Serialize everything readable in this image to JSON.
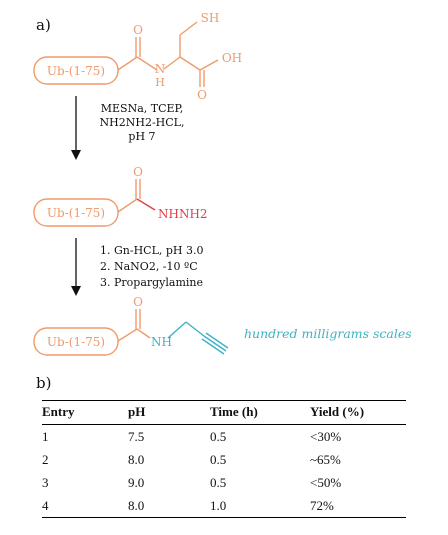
{
  "panel_a_label": "a)",
  "panel_b_label": "b)",
  "colors": {
    "ub": "#ef9a6b",
    "red": "#e0404a",
    "teal": "#3bb3c3",
    "ink": "#111111"
  },
  "molecule1": {
    "ub": "Ub-(1-75)",
    "oxygen": "O",
    "nh": "N",
    "h": "H",
    "sh": "SH",
    "oh": "OH",
    "o2": "O"
  },
  "step1": {
    "lines": [
      "MESNa, TCEP,",
      "NH2NH2-HCL,",
      "pH 7"
    ]
  },
  "molecule2": {
    "ub": "Ub-(1-75)",
    "oxygen": "O",
    "group": "NHNH2"
  },
  "step2": {
    "lines": [
      "1. Gn-HCL, pH 3.0",
      "2. NaNO2, -10 ºC",
      "3. Propargylamine"
    ]
  },
  "molecule3": {
    "ub": "Ub-(1-75)",
    "oxygen": "O",
    "nh": "NH",
    "note": "hundred milligrams scales"
  },
  "table": {
    "headers": [
      "Entry",
      "pH",
      "Time (h)",
      "Yield (%)"
    ],
    "rows": [
      [
        "1",
        "7.5",
        "0.5",
        "<30%"
      ],
      [
        "2",
        "8.0",
        "0.5",
        "~65%"
      ],
      [
        "3",
        "9.0",
        "0.5",
        "<50%"
      ],
      [
        "4",
        "8.0",
        "1.0",
        "72%"
      ]
    ]
  }
}
